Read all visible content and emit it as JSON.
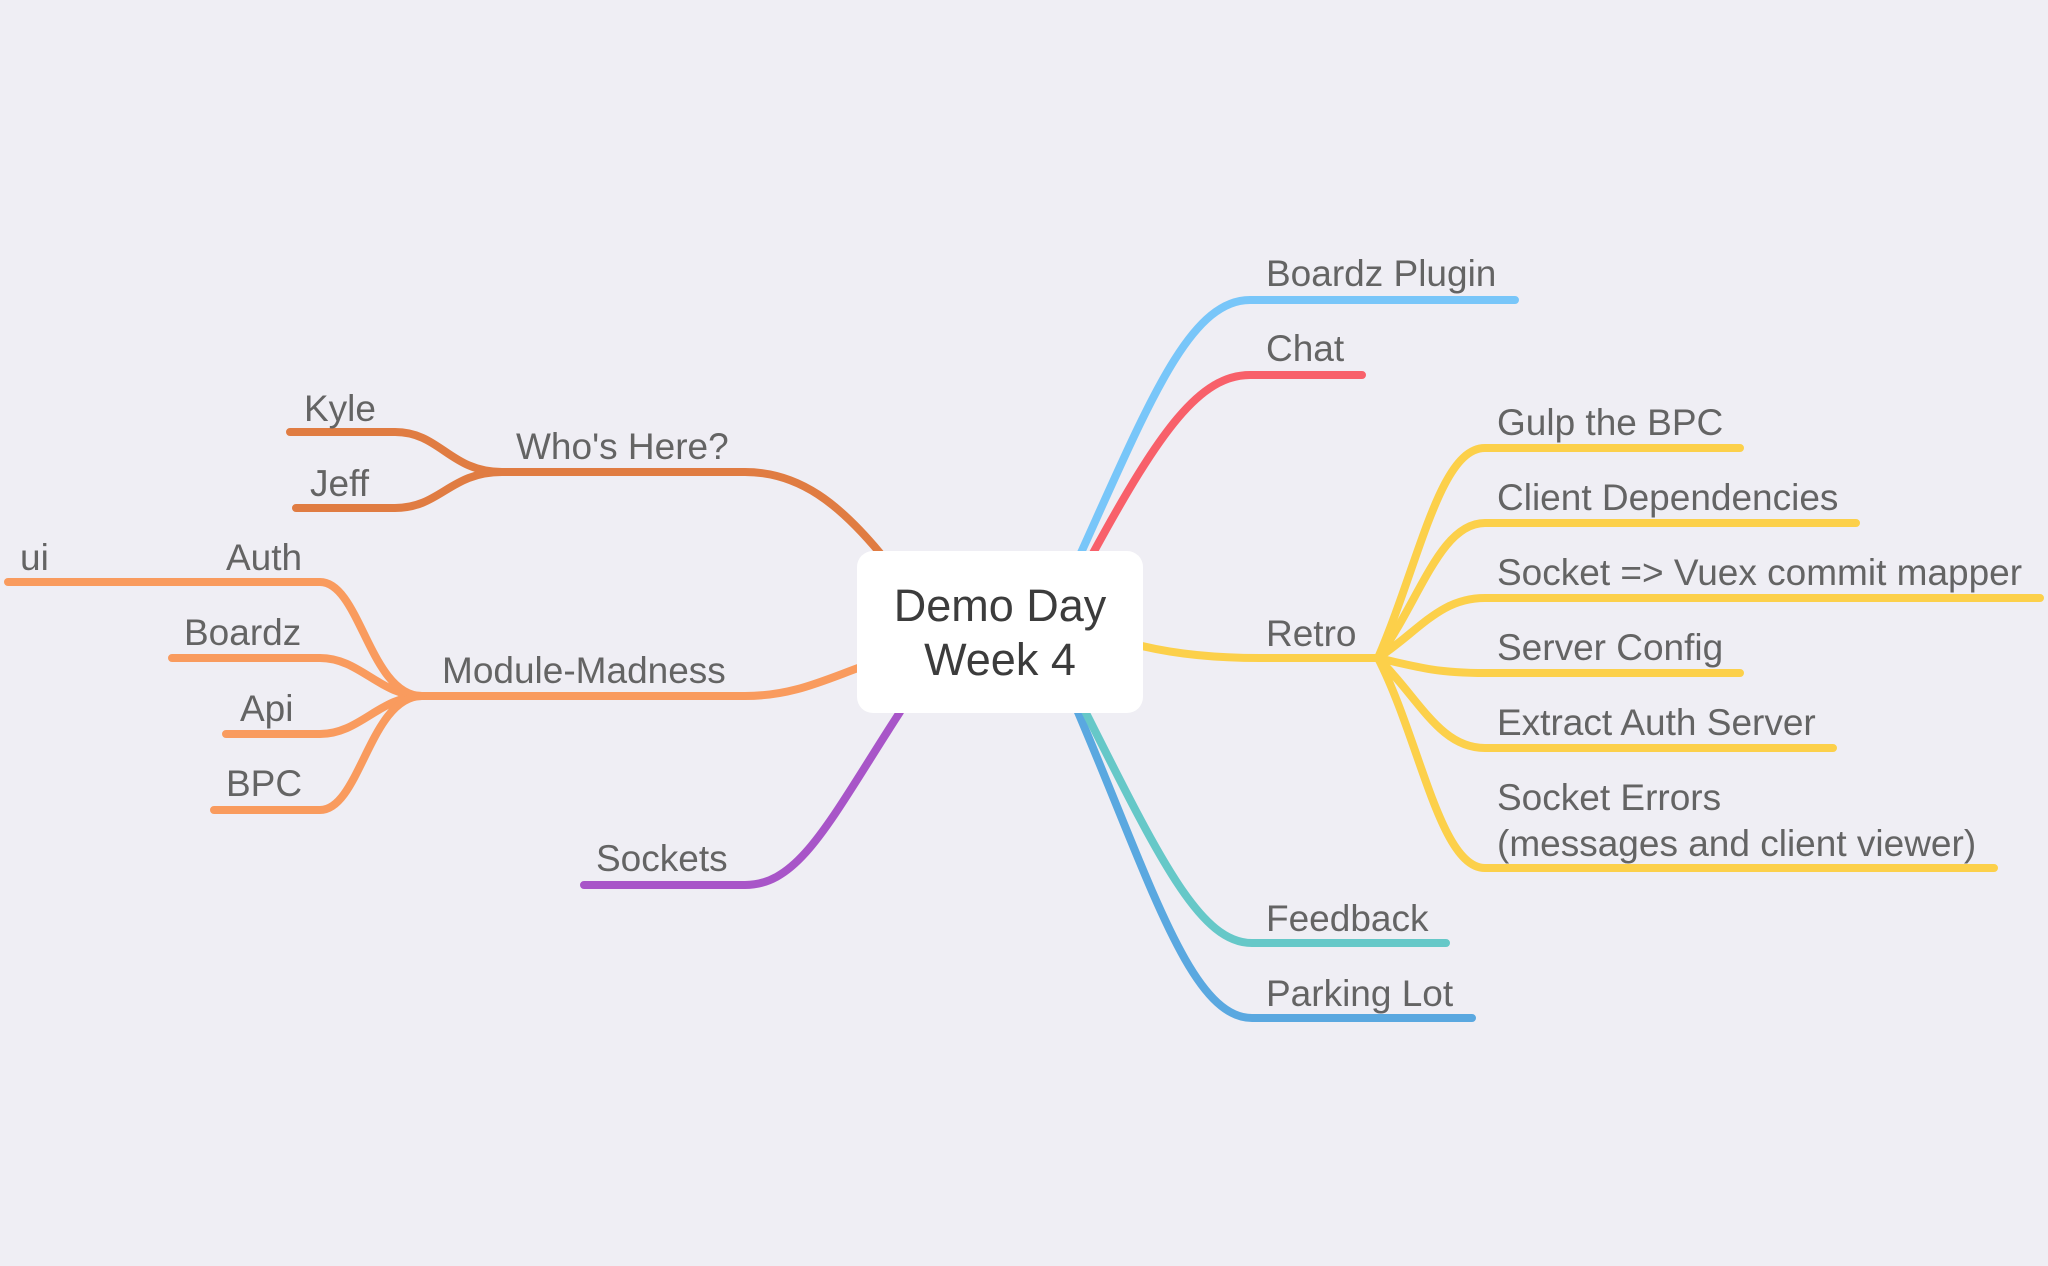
{
  "colors": {
    "background": "#efeef4",
    "center_box": "#ffffff",
    "whos_here": "#e07c42",
    "module_madness": "#f99b5e",
    "sockets": "#a855c8",
    "boardz_plugin": "#78c6f9",
    "chat": "#f8606a",
    "retro": "#fcd04a",
    "feedback": "#66c8c8",
    "parking_lot": "#5aa8e0"
  },
  "center": {
    "line1": "Demo Day",
    "line2": "Week 4"
  },
  "left": {
    "whos_here": {
      "label": "Who's Here?",
      "children": [
        "Kyle",
        "Jeff"
      ]
    },
    "module_madness": {
      "label": "Module-Madness",
      "auth": {
        "label": "Auth",
        "child": "ui"
      },
      "children": [
        "Boardz",
        "Api",
        "BPC"
      ]
    },
    "sockets": {
      "label": "Sockets"
    }
  },
  "right": {
    "boardz_plugin": {
      "label": "Boardz Plugin"
    },
    "chat": {
      "label": "Chat"
    },
    "retro": {
      "label": "Retro",
      "children": [
        "Gulp the BPC",
        "Client Dependencies",
        "Socket => Vuex commit mapper",
        "Server Config",
        "Extract Auth Server"
      ],
      "socket_errors": {
        "line1": "Socket Errors",
        "line2": "(messages and client viewer)"
      }
    },
    "feedback": {
      "label": "Feedback"
    },
    "parking_lot": {
      "label": "Parking Lot"
    }
  }
}
